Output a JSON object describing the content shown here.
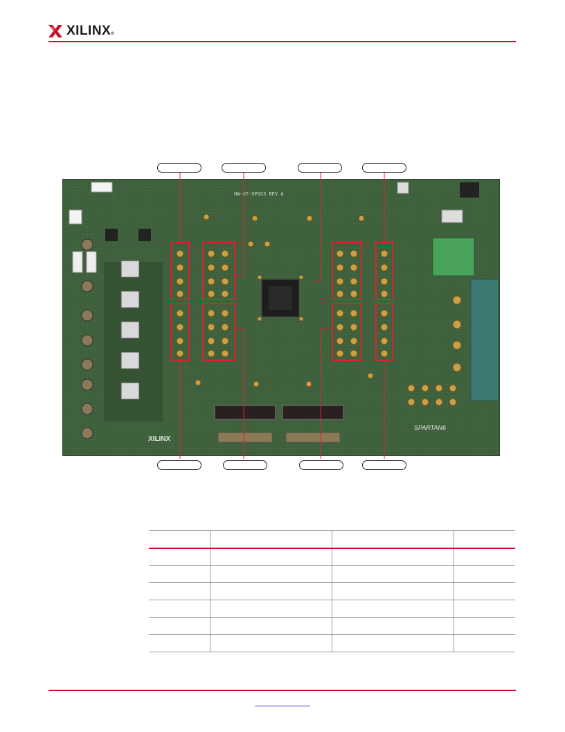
{
  "header": {
    "logo_text": "XILINX",
    "logo_mark": "®"
  },
  "colors": {
    "accent": "#c8102e",
    "board_green": "#3d5e3b",
    "connector_gold": "#c9a046",
    "link_blue": "#3a3acf"
  },
  "figure": {
    "board_silkscreen": "HW-GT-SP623 REV A",
    "board_brand_text": "SPARTAN6",
    "board_logo_text": "XILINX"
  },
  "table": {
    "columns": [
      "",
      "",
      "",
      ""
    ],
    "rows": [
      [
        "",
        "",
        "",
        ""
      ],
      [
        "",
        "",
        "",
        ""
      ],
      [
        "",
        "",
        "",
        ""
      ],
      [
        "",
        "",
        "",
        ""
      ],
      [
        "",
        "",
        "",
        ""
      ],
      [
        "",
        "",
        "",
        ""
      ]
    ]
  }
}
